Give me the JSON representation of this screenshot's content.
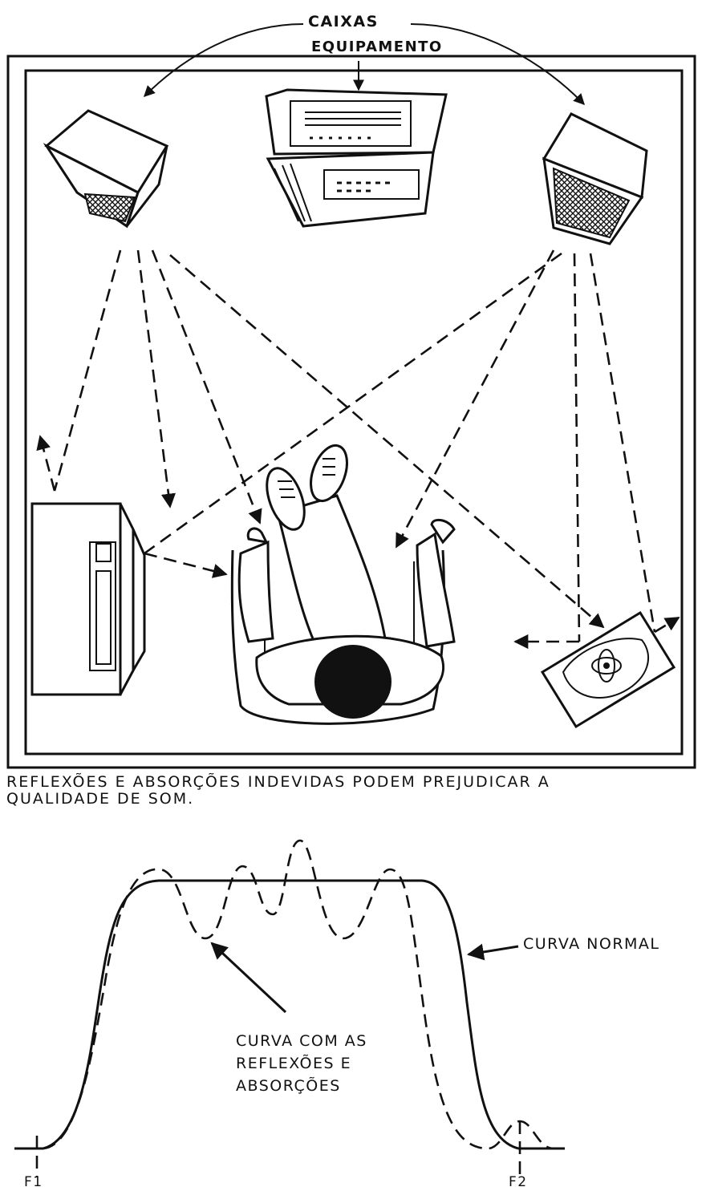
{
  "labels": {
    "caixas": "CAIXAS",
    "equipamento": "EQUIPAMENTO",
    "caption_line1": "REFLEXÕES E ABSORÇÕES INDEVIDAS PODEM PREJUDICAR A",
    "caption_line2": "QUALIDADE DE SOM.",
    "curva_normal": "CURVA NORMAL",
    "curva_com_line1": "CURVA COM AS",
    "curva_com_line2": "REFLEXÕES E",
    "curva_com_line3": "ABSORÇÕES",
    "f1": "F1",
    "f2": "F2"
  },
  "colors": {
    "ink": "#111111",
    "paper": "#ffffff"
  }
}
